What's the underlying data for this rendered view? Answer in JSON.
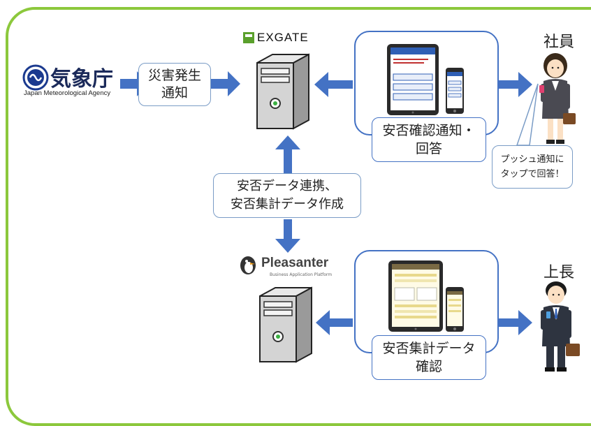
{
  "jma": {
    "name_jp": "気象庁",
    "name_en": "Japan Meteorological Agency"
  },
  "exgate": {
    "name": "EXGATE"
  },
  "pleasanter": {
    "name": "Pleasanter",
    "tagline": "Business Application Platform"
  },
  "labels": {
    "disaster_l1": "災害発生",
    "disaster_l2": "通知",
    "sync_l1": "安否データ連携、",
    "sync_l2": "安否集計データ作成",
    "confirm_l1": "安否確認通知・",
    "confirm_l2": "回答",
    "summary_l1": "安否集計データ",
    "summary_l2": "確認",
    "employee": "社員",
    "boss": "上長",
    "push_l1": "プッシュ通知に",
    "push_l2": "タップで回答！"
  },
  "colors": {
    "frame": "#8cc83c",
    "arrow": "#4472c4",
    "panel_border": "#4472c4",
    "exgate_logo": "#5aa02c"
  }
}
